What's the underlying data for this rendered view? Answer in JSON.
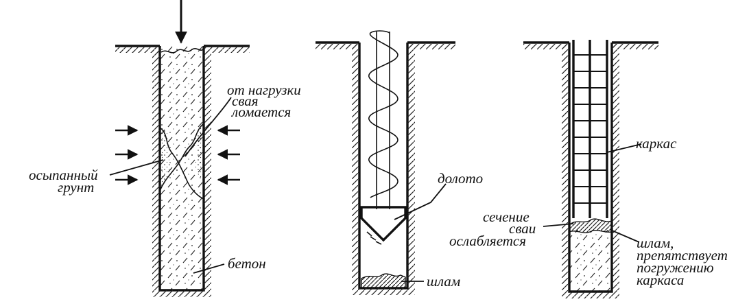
{
  "labels": {
    "crack_l1": "от нагрузки",
    "crack_l2": "свая",
    "crack_l3": "ломается",
    "soil_l1": "осыпанный",
    "soil_l2": "грунт",
    "concrete": "бетон",
    "chisel": "долото",
    "sludge_mid": "шлам",
    "cage": "каркас",
    "section_l1": "сечение",
    "section_l2": "сваи",
    "section_l3": "ослабляется",
    "sludge_r1": "шлам,",
    "sludge_r2": "препятствует",
    "sludge_r3": "погружению",
    "sludge_r4": "каркаса"
  },
  "colors": {
    "ink": "#111111",
    "background": "#ffffff"
  }
}
